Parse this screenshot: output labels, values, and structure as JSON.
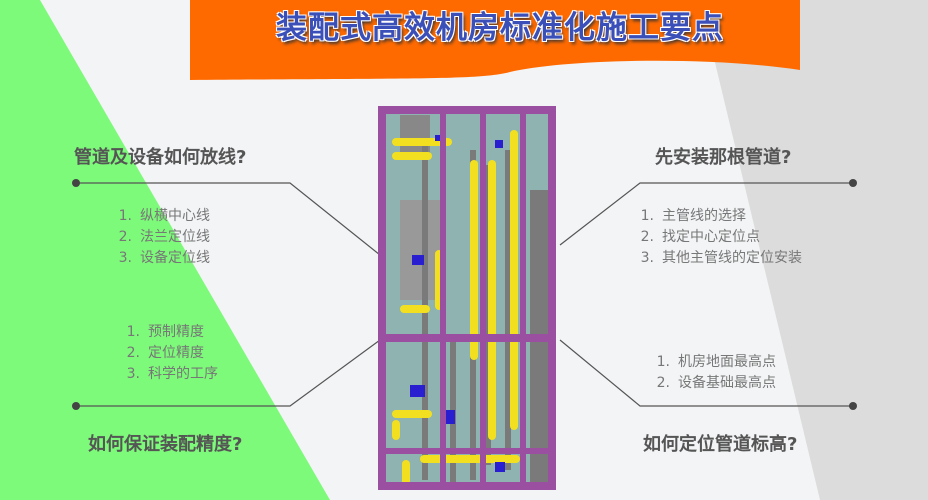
{
  "title": "装配式高效机房标准化施工要点",
  "top_left": {
    "question": "管道及设备如何放线?",
    "items": [
      "纵横中心线",
      "法兰定位线",
      "设备定位线"
    ]
  },
  "bottom_left": {
    "question": "如何保证装配精度?",
    "items": [
      "预制精度",
      "定位精度",
      "科学的工序"
    ]
  },
  "top_right": {
    "question": "先安装那根管道?",
    "items": [
      "主管线的选择",
      "找定中心定位点",
      "其他主管线的定位安装"
    ]
  },
  "bottom_right": {
    "question": "如何定位管道标高?",
    "items": [
      "机房地面最高点",
      "设备基础最高点"
    ]
  },
  "colors": {
    "banner": "#ff6a00",
    "green": "#7dfa7a",
    "frame": "#9b4fa0",
    "pipe": "#f2e020"
  }
}
